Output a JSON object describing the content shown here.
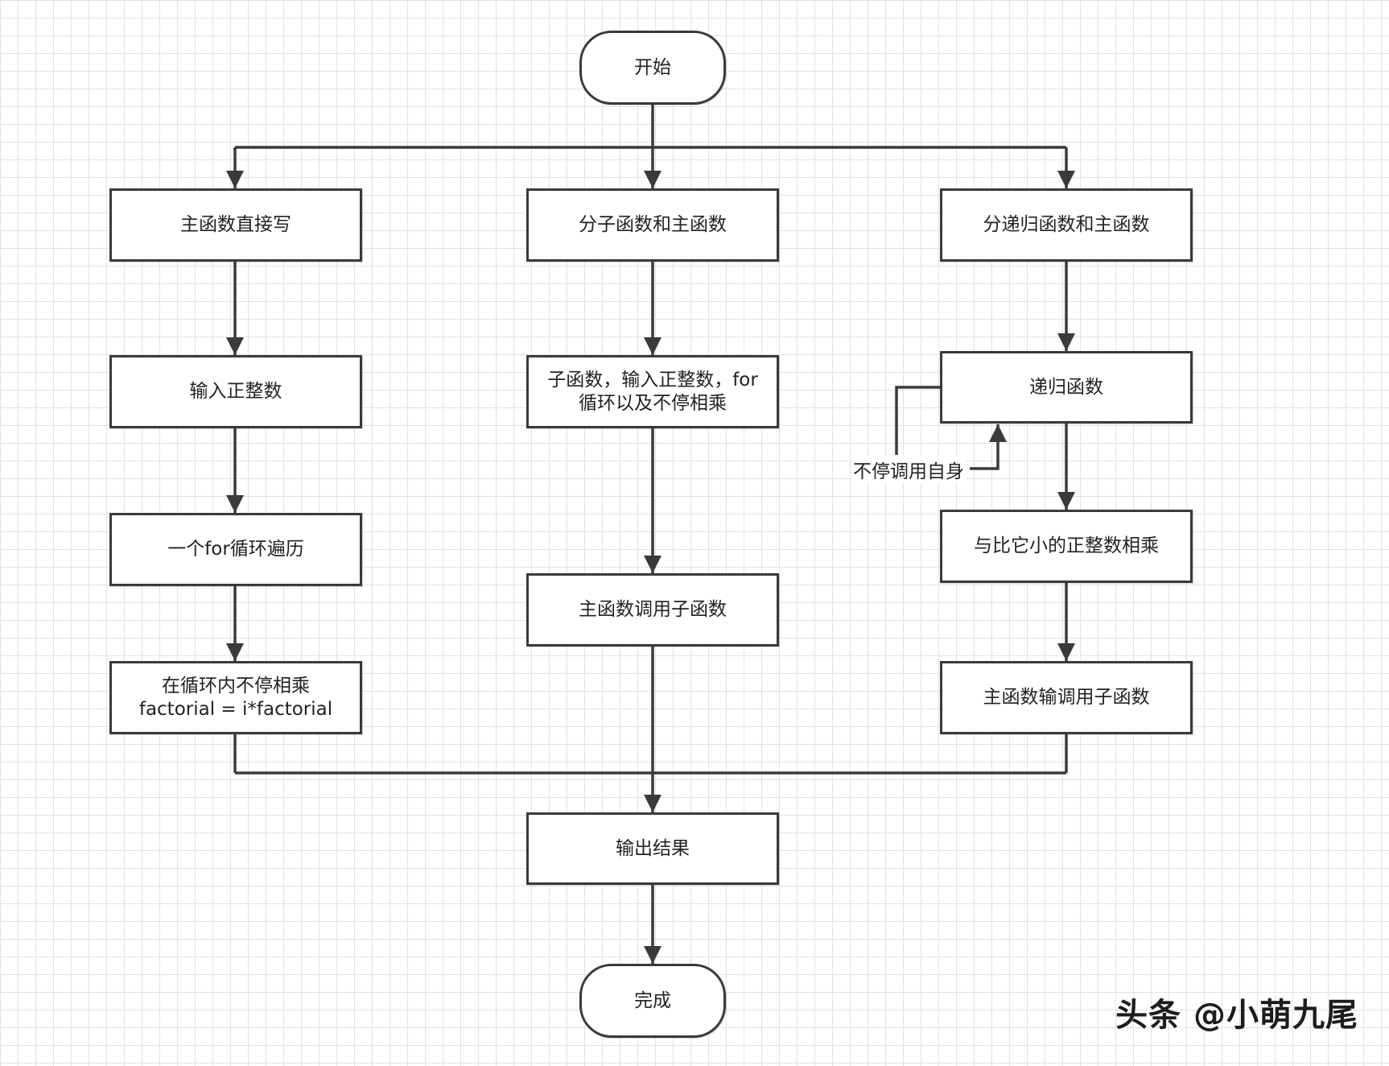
{
  "diagram": {
    "start": "开始",
    "branch_main_direct": "主函数直接写",
    "main_input": "输入正整数",
    "main_for_loop": "一个for循环遍历",
    "main_multiply_line1": "在循环内不停相乘",
    "main_multiply_line2": "factorial = i*factorial",
    "branch_sub_main": "分子函数和主函数",
    "sub_function_line1": "子函数，输入正整数，for",
    "sub_function_line2": "循环以及不停相乘",
    "sub_call": "主函数调用子函数",
    "branch_recursive": "分递归函数和主函数",
    "recursive_function": "递归函数",
    "recursive_loop_label": "不停调用自身",
    "recursive_multiply": "与比它小的正整数相乘",
    "recursive_call": "主函数输调用子函数",
    "output": "输出结果",
    "finish": "完成"
  },
  "watermark": "头条 @小萌九尾",
  "colors": {
    "line": "#3a3a3a",
    "grid": "#e2e2e2",
    "background": "#ffffff"
  }
}
